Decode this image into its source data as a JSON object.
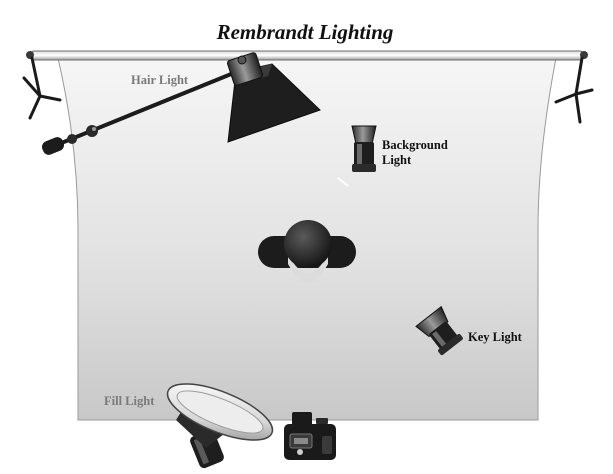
{
  "title": "Rembrandt Lighting",
  "labels": {
    "hair_light": "Hair Light",
    "background_light_line1": "Background",
    "background_light_line2": "Light",
    "key_light": "Key Light",
    "fill_light": "Fill Light"
  },
  "colors": {
    "backdrop_light": "#f4f4f4",
    "backdrop_dark": "#c9c9c9",
    "equipment": "#1c1c1c",
    "label_grey": "#7a7a7a"
  },
  "icons": [
    "backdrop-stand-icon",
    "boom-arm-icon",
    "softbox-icon",
    "background-light-icon",
    "subject-icon",
    "key-light-icon",
    "beauty-dish-icon",
    "camera-icon"
  ]
}
